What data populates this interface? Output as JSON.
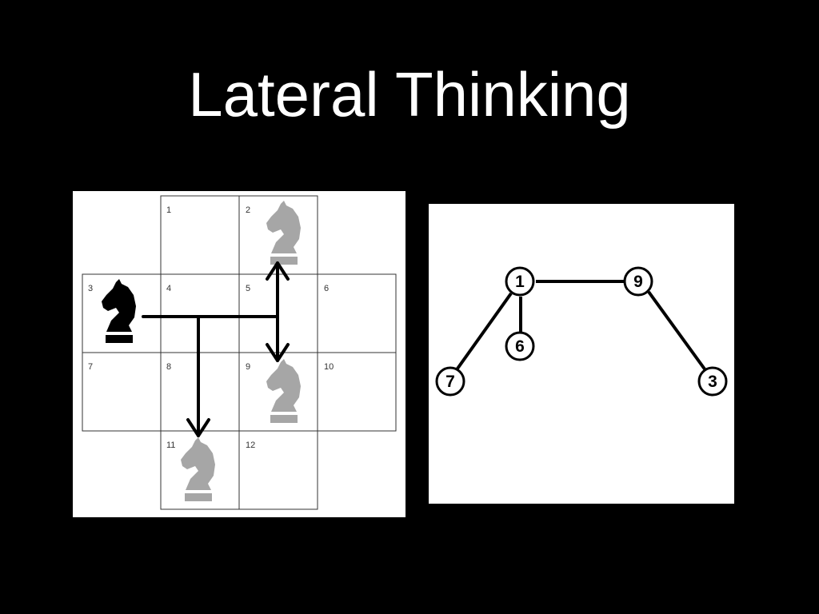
{
  "slide": {
    "title": "Lateral Thinking"
  },
  "knight_board": {
    "cells": [
      {
        "number": "1",
        "piece": null
      },
      {
        "number": "2",
        "piece": "grey-knight"
      },
      {
        "number": "3",
        "piece": "black-knight"
      },
      {
        "number": "4",
        "piece": null
      },
      {
        "number": "5",
        "piece": null
      },
      {
        "number": "6",
        "piece": null
      },
      {
        "number": "7",
        "piece": null
      },
      {
        "number": "8",
        "piece": null
      },
      {
        "number": "9",
        "piece": "grey-knight"
      },
      {
        "number": "10",
        "piece": null
      },
      {
        "number": "11",
        "piece": "grey-knight"
      },
      {
        "number": "12",
        "piece": null
      }
    ],
    "colors": {
      "black_knight": "#000000",
      "grey_knight": "#a6a6a6",
      "grid_line": "#333333"
    }
  },
  "graph": {
    "nodes": [
      "1",
      "9",
      "6",
      "7",
      "3"
    ],
    "edges": [
      [
        "1",
        "9"
      ],
      [
        "1",
        "6"
      ],
      [
        "1",
        "7"
      ],
      [
        "9",
        "3"
      ]
    ]
  }
}
